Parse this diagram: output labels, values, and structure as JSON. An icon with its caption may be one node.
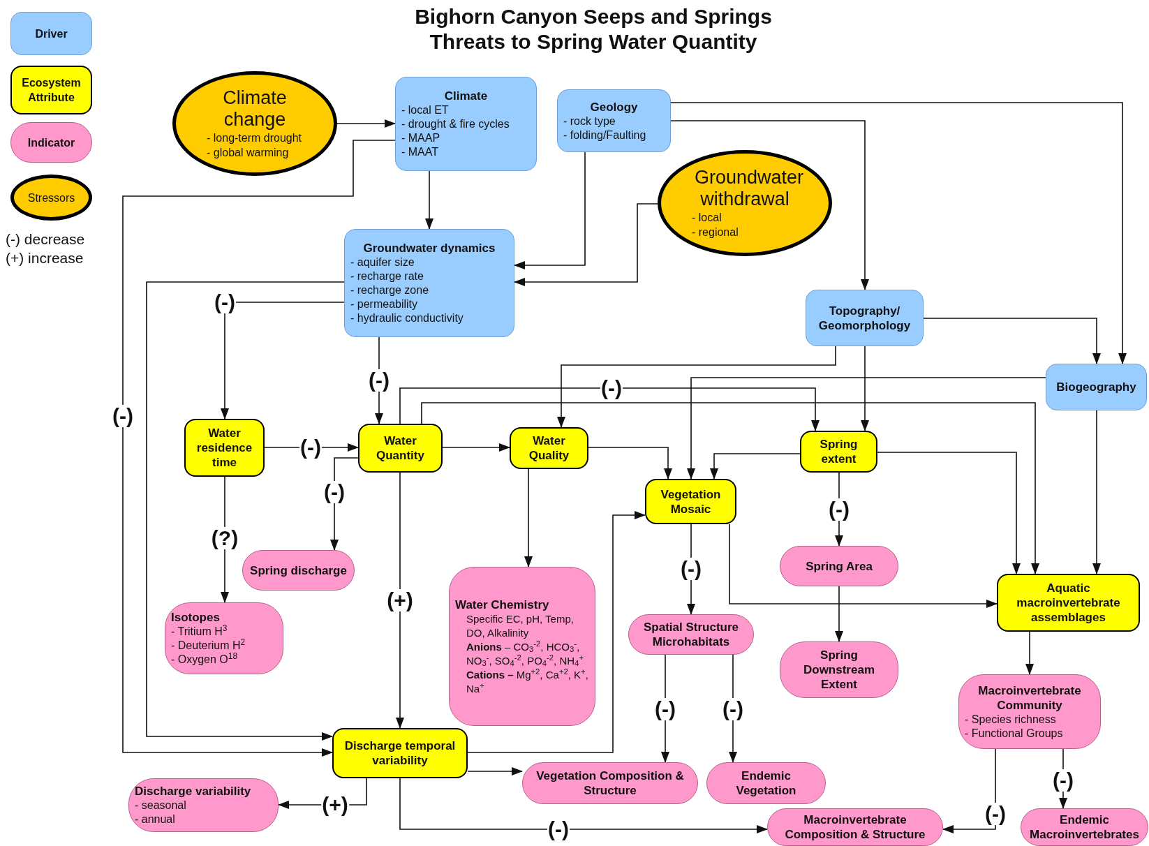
{
  "diagram": {
    "title": "Bighorn Canyon Seeps and Springs Threats to Spring Water Quantity",
    "nodes": [
      {
        "text": [
          "Climate change",
          "- long-term drought",
          "- global warming"
        ]
      },
      {
        "text": [
          "Climate",
          "- local ET",
          "- drought & fire cycles",
          "- MAAP",
          "- MAAT"
        ]
      },
      {
        "text": [
          "Geology",
          "- rock type",
          "- folding/Faulting"
        ]
      },
      {
        "text": [
          "Groundwater withdrawal",
          "- local",
          "- regional"
        ]
      },
      {
        "text": [
          "Groundwater dynamics",
          "- aquifer size",
          "- recharge rate",
          "- recharge zone",
          "- permeability",
          "- hydraulic conductivity"
        ]
      },
      {
        "text": [
          "Topography/ Geomorphology"
        ]
      },
      {
        "text": [
          "Biogeography"
        ]
      },
      {
        "text": [
          "Water residence time"
        ]
      },
      {
        "text": [
          "Water Quantity"
        ]
      },
      {
        "text": [
          "Water Quality"
        ]
      },
      {
        "text": [
          "Spring extent"
        ]
      },
      {
        "text": [
          "Vegetation Mosaic"
        ]
      },
      {
        "text": [
          "Spring discharge"
        ]
      },
      {
        "text": [
          "Spring Area"
        ]
      },
      {
        "text": [
          "Aquatic macroinvertebrate assemblages"
        ]
      },
      {
        "text": [
          "Isotopes",
          "- Tritium H$^{3}$",
          "- Deuterium H$^{2}$",
          "- Oxygen O$^{18}$"
        ]
      },
      {
        "text": [
          "Water Chemistry",
          "Specific EC, pH, Temp, DO, Alkalinity",
          "**Anions** – CO$_{3}$$^{-2}$, HCO$_{3}$$^{-}$, NO$_{3}$$^{-}$, SO$_{4}$$^{-2}$, PO$_{4}$$^{-2}$, NH$_{4}$$^{+}$",
          "**Cations –** Mg$^{+2}$, Ca$^{+2}$, K$^{+}$, Na$^{+}$"
        ]
      },
      {
        "text": [
          "Spatial Structure Microhabitats"
        ]
      },
      {
        "text": [
          "Spring Downstream Extent"
        ]
      },
      {
        "text": [
          "Macroinvertebrate Community",
          "- Species richness",
          "- Functional Groups"
        ]
      },
      {
        "text": [
          "Discharge temporal variability"
        ]
      },
      {
        "text": [
          "Vegetation Composition & Structure"
        ]
      },
      {
        "text": [
          "Endemic Vegetation"
        ]
      },
      {
        "text": [
          "Discharge variability",
          "- seasonal",
          "- annual"
        ]
      },
      {
        "text": [
          "Macroinvertebrate Composition & Structure"
        ]
      },
      {
        "text": [
          "Endemic Macroinvertebrates"
        ]
      }
    ],
    "edges": [
      {
        "from": 0,
        "to": 1,
        "arrow": "to"
      },
      {
        "from": 1,
        "to": 20,
        "arrow": "to",
        "label": "(-)"
      },
      {
        "from": 1,
        "to": 4,
        "arrow": "to"
      },
      {
        "from": 2,
        "to": 4,
        "arrow": "to"
      },
      {
        "from": 3,
        "to": 4,
        "arrow": "to"
      },
      {
        "from": 2,
        "to": 5,
        "arrow": "to"
      },
      {
        "from": 2,
        "to": 6,
        "arrow": "to"
      },
      {
        "from": 5,
        "to": 6,
        "arrow": "to"
      },
      {
        "from": 4,
        "to": 20,
        "arrow": "to"
      },
      {
        "from": 4,
        "to": 7,
        "arrow": "to",
        "label": "(-)"
      },
      {
        "from": 4,
        "to": 8,
        "arrow": "to",
        "label": "(-)"
      },
      {
        "from": 5,
        "to": 9,
        "arrow": "to"
      },
      {
        "from": 5,
        "to": 10,
        "arrow": "to"
      },
      {
        "from": 6,
        "to": 11,
        "arrow": "to"
      },
      {
        "from": 8,
        "to": 10,
        "arrow": "to",
        "label": "(-)"
      },
      {
        "from": 8,
        "to": 14,
        "arrow": "to"
      },
      {
        "from": 7,
        "to": 8,
        "arrow": "to",
        "label": "(-)"
      },
      {
        "from": 8,
        "to": 9,
        "arrow": "to"
      },
      {
        "from": 9,
        "to": 11,
        "arrow": "to"
      },
      {
        "from": 10,
        "to": 11,
        "arrow": "to"
      },
      {
        "from": 10,
        "to": 14,
        "arrow": "to"
      },
      {
        "from": 6,
        "to": 14,
        "arrow": "to"
      },
      {
        "from": 8,
        "to": 12,
        "arrow": "to",
        "label": "(-)"
      },
      {
        "from": 7,
        "to": 15,
        "arrow": "to",
        "label": "(?)"
      },
      {
        "from": 8,
        "to": 20,
        "arrow": "to",
        "label": "(+)"
      },
      {
        "from": 9,
        "to": 16,
        "arrow": "to"
      },
      {
        "from": 11,
        "to": 17,
        "arrow": "to",
        "label": "(-)"
      },
      {
        "from": 11,
        "to": 14,
        "arrow": "to"
      },
      {
        "from": 10,
        "to": 13,
        "arrow": "to",
        "label": "(-)"
      },
      {
        "from": 13,
        "to": 18,
        "arrow": "to"
      },
      {
        "from": 14,
        "to": 19,
        "arrow": "to"
      },
      {
        "from": 20,
        "to": 11,
        "arrow": "to"
      },
      {
        "from": 20,
        "to": 21,
        "arrow": "to"
      },
      {
        "from": 20,
        "to": 23,
        "arrow": "to",
        "label": "(+)"
      },
      {
        "from": 20,
        "to": 24,
        "arrow": "to",
        "label": "(-)"
      },
      {
        "from": 17,
        "to": 21,
        "arrow": "to",
        "label": "(-)"
      },
      {
        "from": 17,
        "to": 22,
        "arrow": "to",
        "label": "(-)"
      },
      {
        "from": 19,
        "to": 25,
        "arrow": "to",
        "label": "(-)"
      },
      {
        "from": 19,
        "to": 24,
        "arrow": "to",
        "label": "(-)"
      }
    ],
    "labels": [
      "(-) decrease",
      "(+) increase"
    ],
    "legend": [
      {
        "text": "Driver",
        "color": "#99ccff"
      },
      {
        "text": "Ecosystem Attribute",
        "color": "#ffff00"
      },
      {
        "text": "Indicator",
        "color": "#ff99cc"
      },
      {
        "text": "Stressors",
        "color": "#ffcc00"
      }
    ]
  }
}
